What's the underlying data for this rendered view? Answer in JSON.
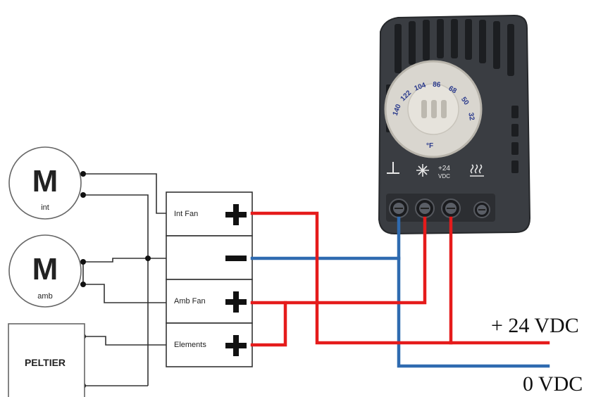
{
  "motors": [
    {
      "letter": "M",
      "sub": "int"
    },
    {
      "letter": "M",
      "sub": "amb"
    }
  ],
  "peltier": {
    "label": "PELTIER"
  },
  "terminals": [
    {
      "label": "Int Fan",
      "sign": "+"
    },
    {
      "label": "",
      "sign": "−"
    },
    {
      "label": "Amb Fan",
      "sign": "+"
    },
    {
      "label": "Elements",
      "sign": "+"
    }
  ],
  "thermostat": {
    "dial_numbers": [
      "140",
      "122",
      "104",
      "86",
      "68",
      "50",
      "32"
    ],
    "dial_unit": "°F",
    "panel_labels": {
      "supply_top": "+24",
      "supply_bottom": "VDC"
    }
  },
  "supply": {
    "positive_label": "+ 24 VDC",
    "negative_label": "0 VDC"
  },
  "colors": {
    "positive_wire": "#e51b1b",
    "negative_wire": "#2f6bb0",
    "signal_wire": "#333333"
  }
}
